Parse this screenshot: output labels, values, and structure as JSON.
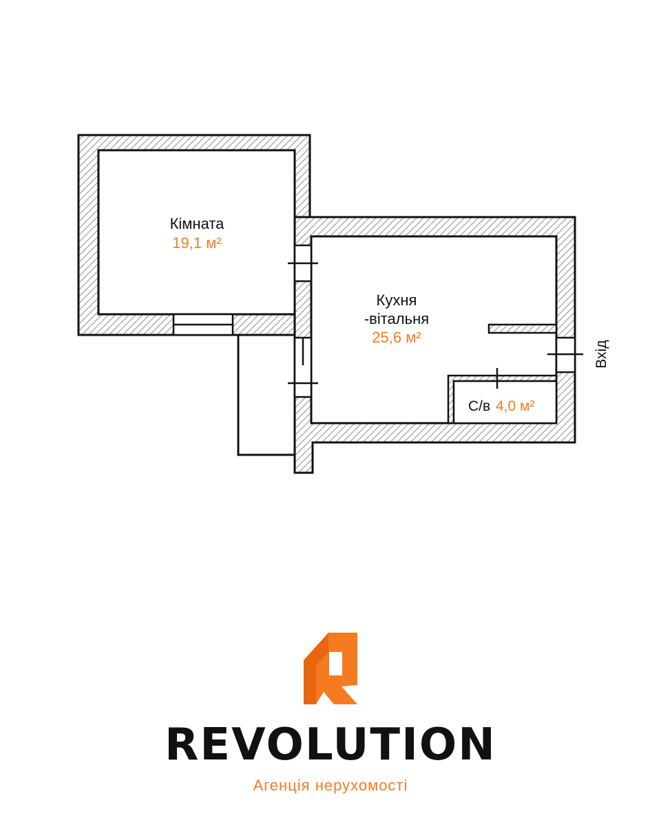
{
  "rooms": {
    "room1": {
      "label": "Кімната",
      "area": "19,1 м²"
    },
    "kitchen": {
      "label_line1": "Кухня",
      "label_line2": "-вітальня",
      "area": "25,6 м²"
    },
    "bathroom": {
      "label": "С/в",
      "area": "4,0 м²"
    }
  },
  "entrance_label": "Вхід",
  "brand": {
    "name": "REVOLUTION",
    "tagline": "Агенція нерухомості",
    "accent_color": "#f47b20"
  }
}
